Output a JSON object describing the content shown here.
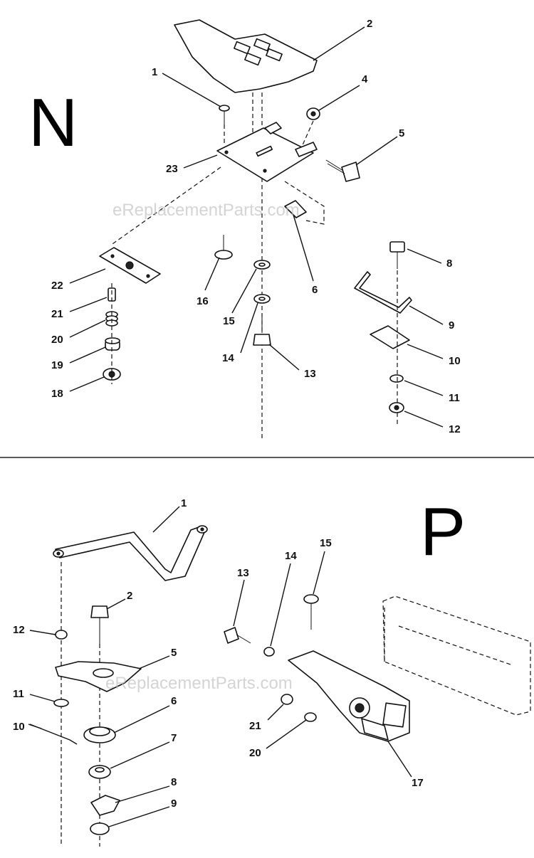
{
  "sections": [
    {
      "letter": "N",
      "callouts": [
        "1",
        "2",
        "4",
        "5",
        "23",
        "6",
        "8",
        "22",
        "16",
        "15",
        "9",
        "21",
        "20",
        "14",
        "10",
        "19",
        "13",
        "18",
        "11",
        "12"
      ]
    },
    {
      "letter": "P",
      "callouts": [
        "1",
        "15",
        "14",
        "13",
        "2",
        "12",
        "5",
        "11",
        "21",
        "6",
        "10",
        "20",
        "7",
        "17",
        "8",
        "9"
      ]
    }
  ],
  "watermark": "eReplacementParts.com"
}
